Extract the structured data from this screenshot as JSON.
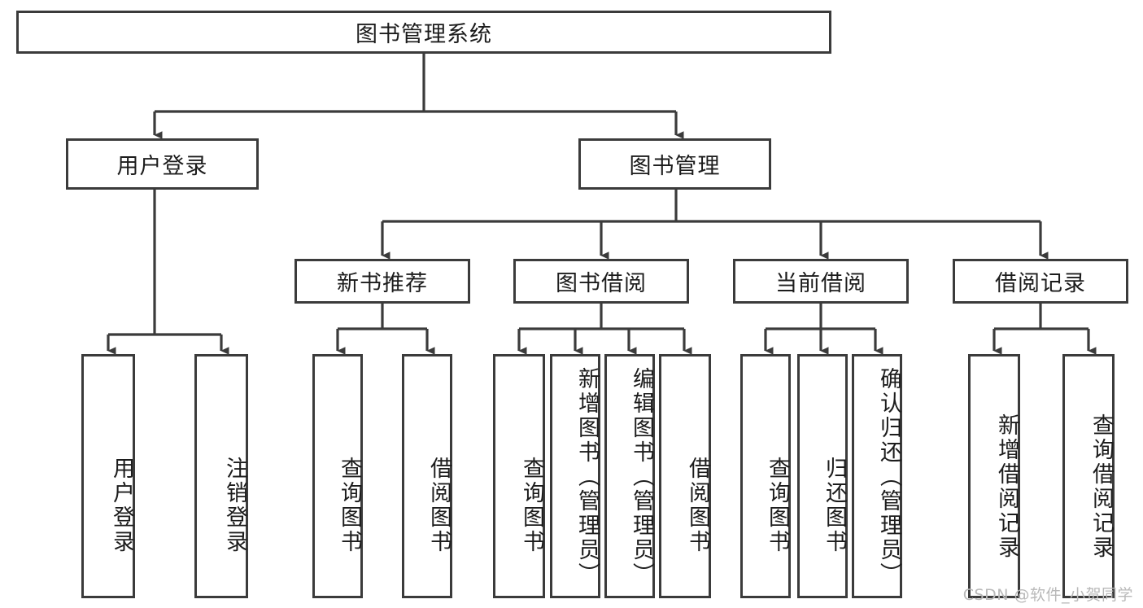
{
  "diagram": {
    "type": "hierarchy-tree",
    "title": "图书管理系统",
    "watermark": "CSDN @软件_小贺同学",
    "colors": {
      "stroke": "#3b3b3b",
      "fill": "#ffffff",
      "text": "#1c1c1c",
      "watermark": "#b9b9b9"
    },
    "levels": {
      "root": {
        "label": "图书管理系统"
      },
      "level2": [
        {
          "id": "user-login",
          "label": "用户登录"
        },
        {
          "id": "book-management",
          "label": "图书管理"
        }
      ],
      "level3": [
        {
          "id": "new-book-recommend",
          "label": "新书推荐",
          "parent": "book-management"
        },
        {
          "id": "book-borrow",
          "label": "图书借阅",
          "parent": "book-management"
        },
        {
          "id": "current-borrow",
          "label": "当前借阅",
          "parent": "book-management"
        },
        {
          "id": "borrow-record",
          "label": "借阅记录",
          "parent": "book-management"
        }
      ],
      "leaves": [
        {
          "id": "leaf-user-login",
          "label": "用户登录",
          "parent": "user-login"
        },
        {
          "id": "leaf-logout-login",
          "label": "注销登录",
          "parent": "user-login"
        },
        {
          "id": "leaf-query-book-1",
          "label": "查询图书",
          "parent": "new-book-recommend"
        },
        {
          "id": "leaf-borrow-book-1",
          "label": "借阅图书",
          "parent": "new-book-recommend"
        },
        {
          "id": "leaf-query-book-2",
          "label": "查询图书",
          "parent": "book-borrow"
        },
        {
          "id": "leaf-add-book",
          "label": "新增图书（管理员）",
          "parent": "book-borrow"
        },
        {
          "id": "leaf-edit-book",
          "label": "编辑图书（管理员）",
          "parent": "book-borrow"
        },
        {
          "id": "leaf-borrow-book-2",
          "label": "借阅图书",
          "parent": "book-borrow"
        },
        {
          "id": "leaf-query-book-3",
          "label": "查询图书",
          "parent": "current-borrow"
        },
        {
          "id": "leaf-return-book",
          "label": "归还图书",
          "parent": "current-borrow"
        },
        {
          "id": "leaf-confirm-return",
          "label": "确认归还（管理员）",
          "parent": "current-borrow"
        },
        {
          "id": "leaf-add-record",
          "label": "新增借阅记录",
          "parent": "borrow-record"
        },
        {
          "id": "leaf-query-record",
          "label": "查询借阅记录",
          "parent": "borrow-record"
        }
      ]
    }
  }
}
